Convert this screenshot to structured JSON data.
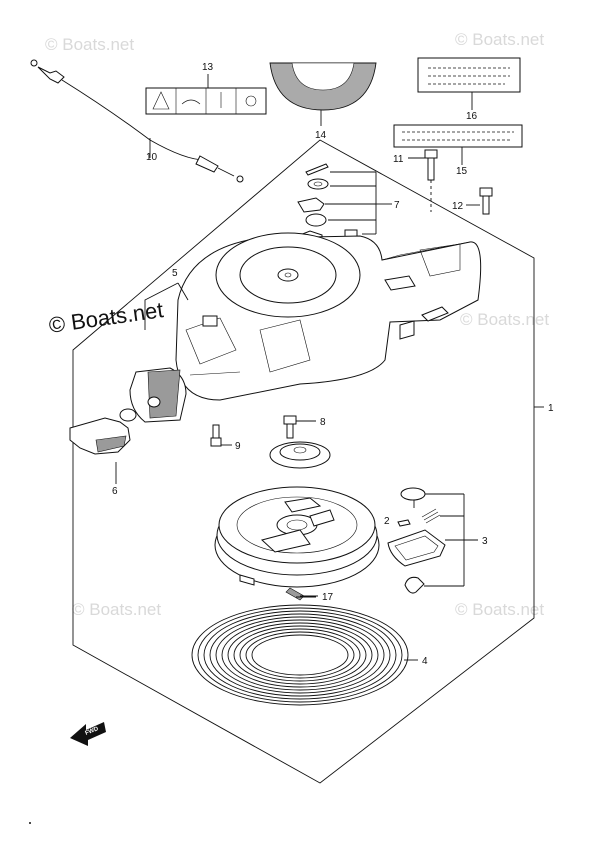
{
  "watermarks": {
    "main": "© Boats.net",
    "faded": "© Boats.net"
  },
  "callouts": {
    "c1": "1",
    "c2": "2",
    "c3": "3",
    "c4": "4",
    "c5": "5",
    "c6": "6",
    "c7": "7",
    "c8": "8",
    "c9": "9",
    "c10": "10",
    "c11": "11",
    "c12": "12",
    "c13": "13",
    "c14": "14",
    "c15": "15",
    "c16": "16",
    "c17": "17"
  },
  "fwd_arrow_text": "FWD"
}
